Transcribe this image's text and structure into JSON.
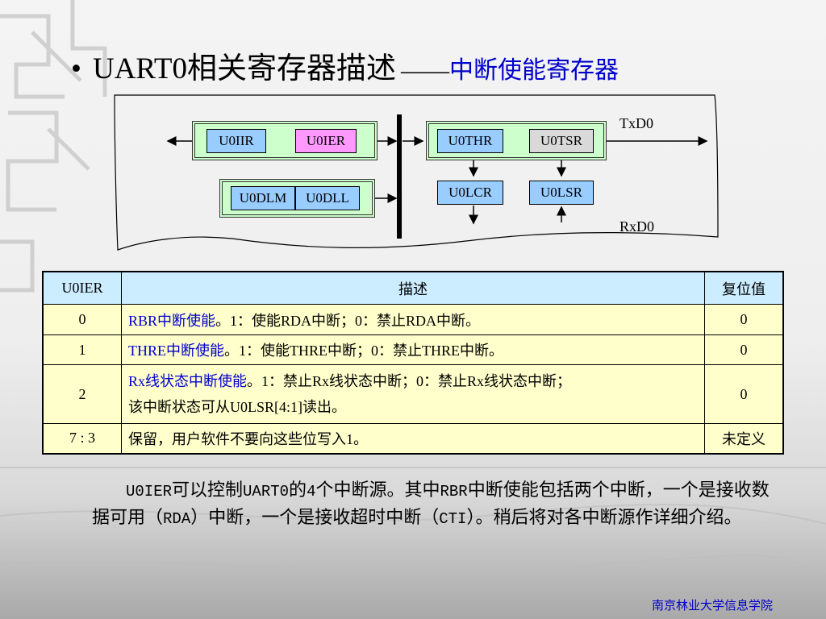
{
  "title": {
    "bullet": "•",
    "main": "UART0相关寄存器描述",
    "dash": "——",
    "sub": "中断使能寄存器"
  },
  "diagram": {
    "registers": {
      "u0iir": "U0IIR",
      "u0ier": "U0IER",
      "u0dlm": "U0DLM",
      "u0dll": "U0DLL",
      "u0thr": "U0THR",
      "u0tsr": "U0TSR",
      "u0lcr": "U0LCR",
      "u0lsr": "U0LSR"
    },
    "txd_label": "TxD0",
    "rxd_label": "RxD0",
    "colors": {
      "blue": "#99ccff",
      "pink": "#ff99ff",
      "gray": "#d9d9d9",
      "group": "#ccffcc"
    }
  },
  "table": {
    "headers": [
      "U0IER",
      "描述",
      "复位值"
    ],
    "rows": [
      {
        "bit": "0",
        "desc_blue": "RBR中断使能",
        "desc_rest": "。1：使能RDA中断；0：禁止RDA中断。",
        "reset": "0"
      },
      {
        "bit": "1",
        "desc_blue": "THRE中断使能",
        "desc_rest": "。1：使能THRE中断；0：禁止THRE中断。",
        "reset": "0"
      },
      {
        "bit": "2",
        "desc_blue": "Rx线状态中断使能",
        "desc_rest": "。1：禁止Rx线状态中断；0：禁止Rx线状态中断；",
        "desc_line2": "该中断状态可从U0LSR[4:1]读出。",
        "reset": "0"
      },
      {
        "bit": "7 : 3",
        "desc_blue": "",
        "desc_rest": "保留，用户软件不要向这些位写入1。",
        "reset": "未定义"
      }
    ],
    "colors": {
      "header_bg": "#ccecff",
      "row_bg": "#ffffcc"
    }
  },
  "note": {
    "p1": "U0IER",
    "p2": "可以控制",
    "p3": "UART0",
    "p4": "的",
    "p5": "4",
    "p6": "个中断源。其中",
    "p7": "RBR",
    "p8": "中断使能包括两个中断，一个是接收数据可用（",
    "p9": "RDA",
    "p10": "）中断，一个是接收超时中断（",
    "p11": "CTI",
    "p12": "）。稍后将对各中断源作详细介绍。"
  },
  "footer": "南京林业大学信息学院"
}
